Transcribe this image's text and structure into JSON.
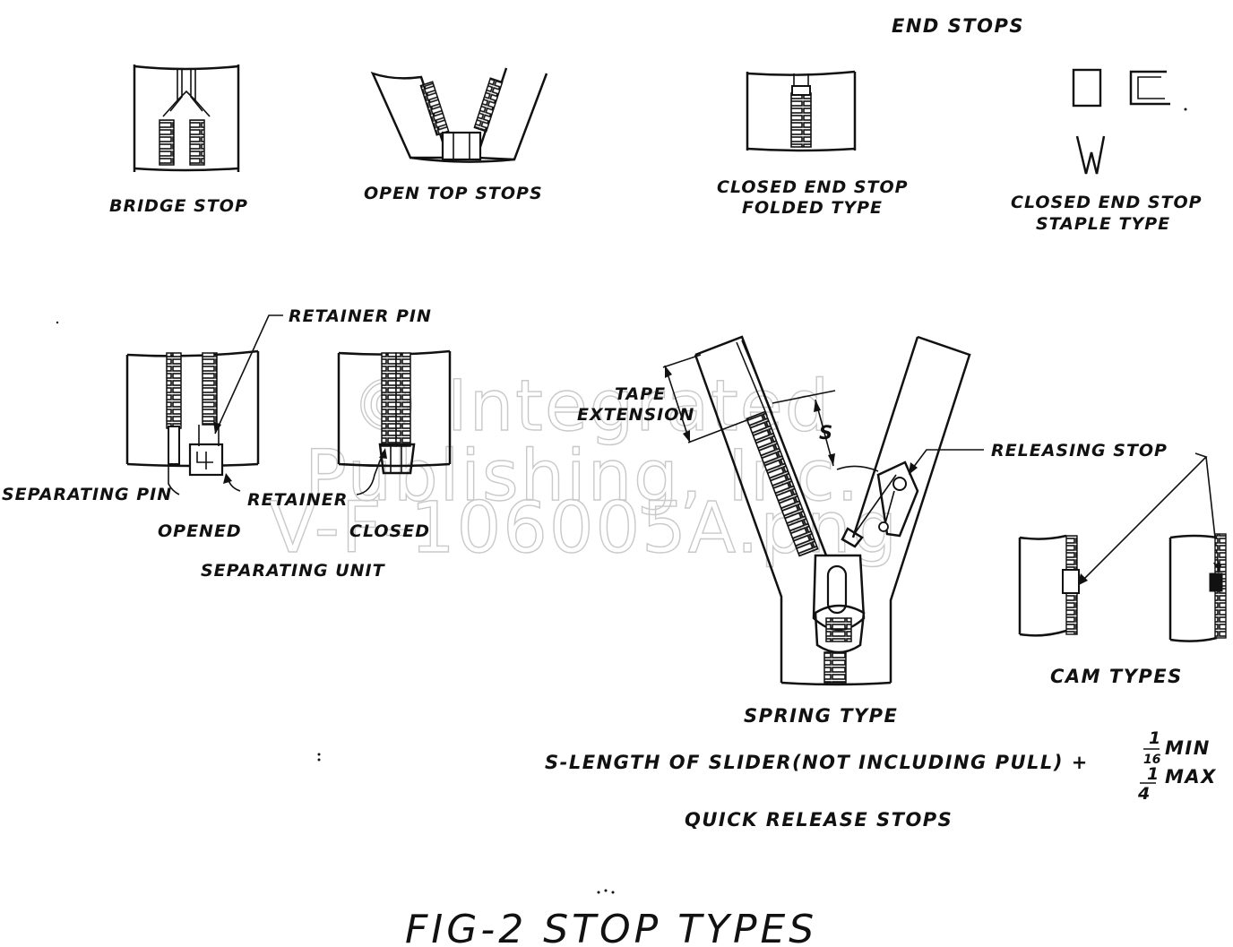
{
  "header": {
    "end_stops": "END   STOPS"
  },
  "labels": {
    "bridge_stop": "BRIDGE STOP",
    "open_top_stops": "OPEN TOP STOPS",
    "closed_folded_1": "CLOSED END STOP",
    "closed_folded_2": "FOLDED TYPE",
    "closed_staple_1": "CLOSED END STOP",
    "closed_staple_2": "STAPLE TYPE",
    "retainer_pin": "RETAINER PIN",
    "separating_pin": "SEPARATING PIN",
    "retainer": "RETAINER",
    "opened": "OPENED",
    "closed": "CLOSED",
    "separating_unit": "SEPARATING UNIT",
    "tape": "TAPE",
    "extension": "EXTENSION",
    "s": "S",
    "releasing_stop": "RELEASING STOP",
    "spring_type": "SPRING TYPE",
    "cam_types": "CAM TYPES",
    "formula": "S-LENGTH OF SLIDER(NOT INCLUDING PULL) +",
    "frac_min_num": "1",
    "frac_min_den": "16",
    "min": "MIN",
    "frac_max_num": "1",
    "frac_max_den": "4",
    "max": "MAX",
    "quick_release": "QUICK RELEASE STOPS"
  },
  "watermark": {
    "line1": "© Integrated",
    "line2": "Publishing, Inc.",
    "line3": "V-F-106005A.png"
  },
  "figure_title": "FIG-2 STOP TYPES"
}
